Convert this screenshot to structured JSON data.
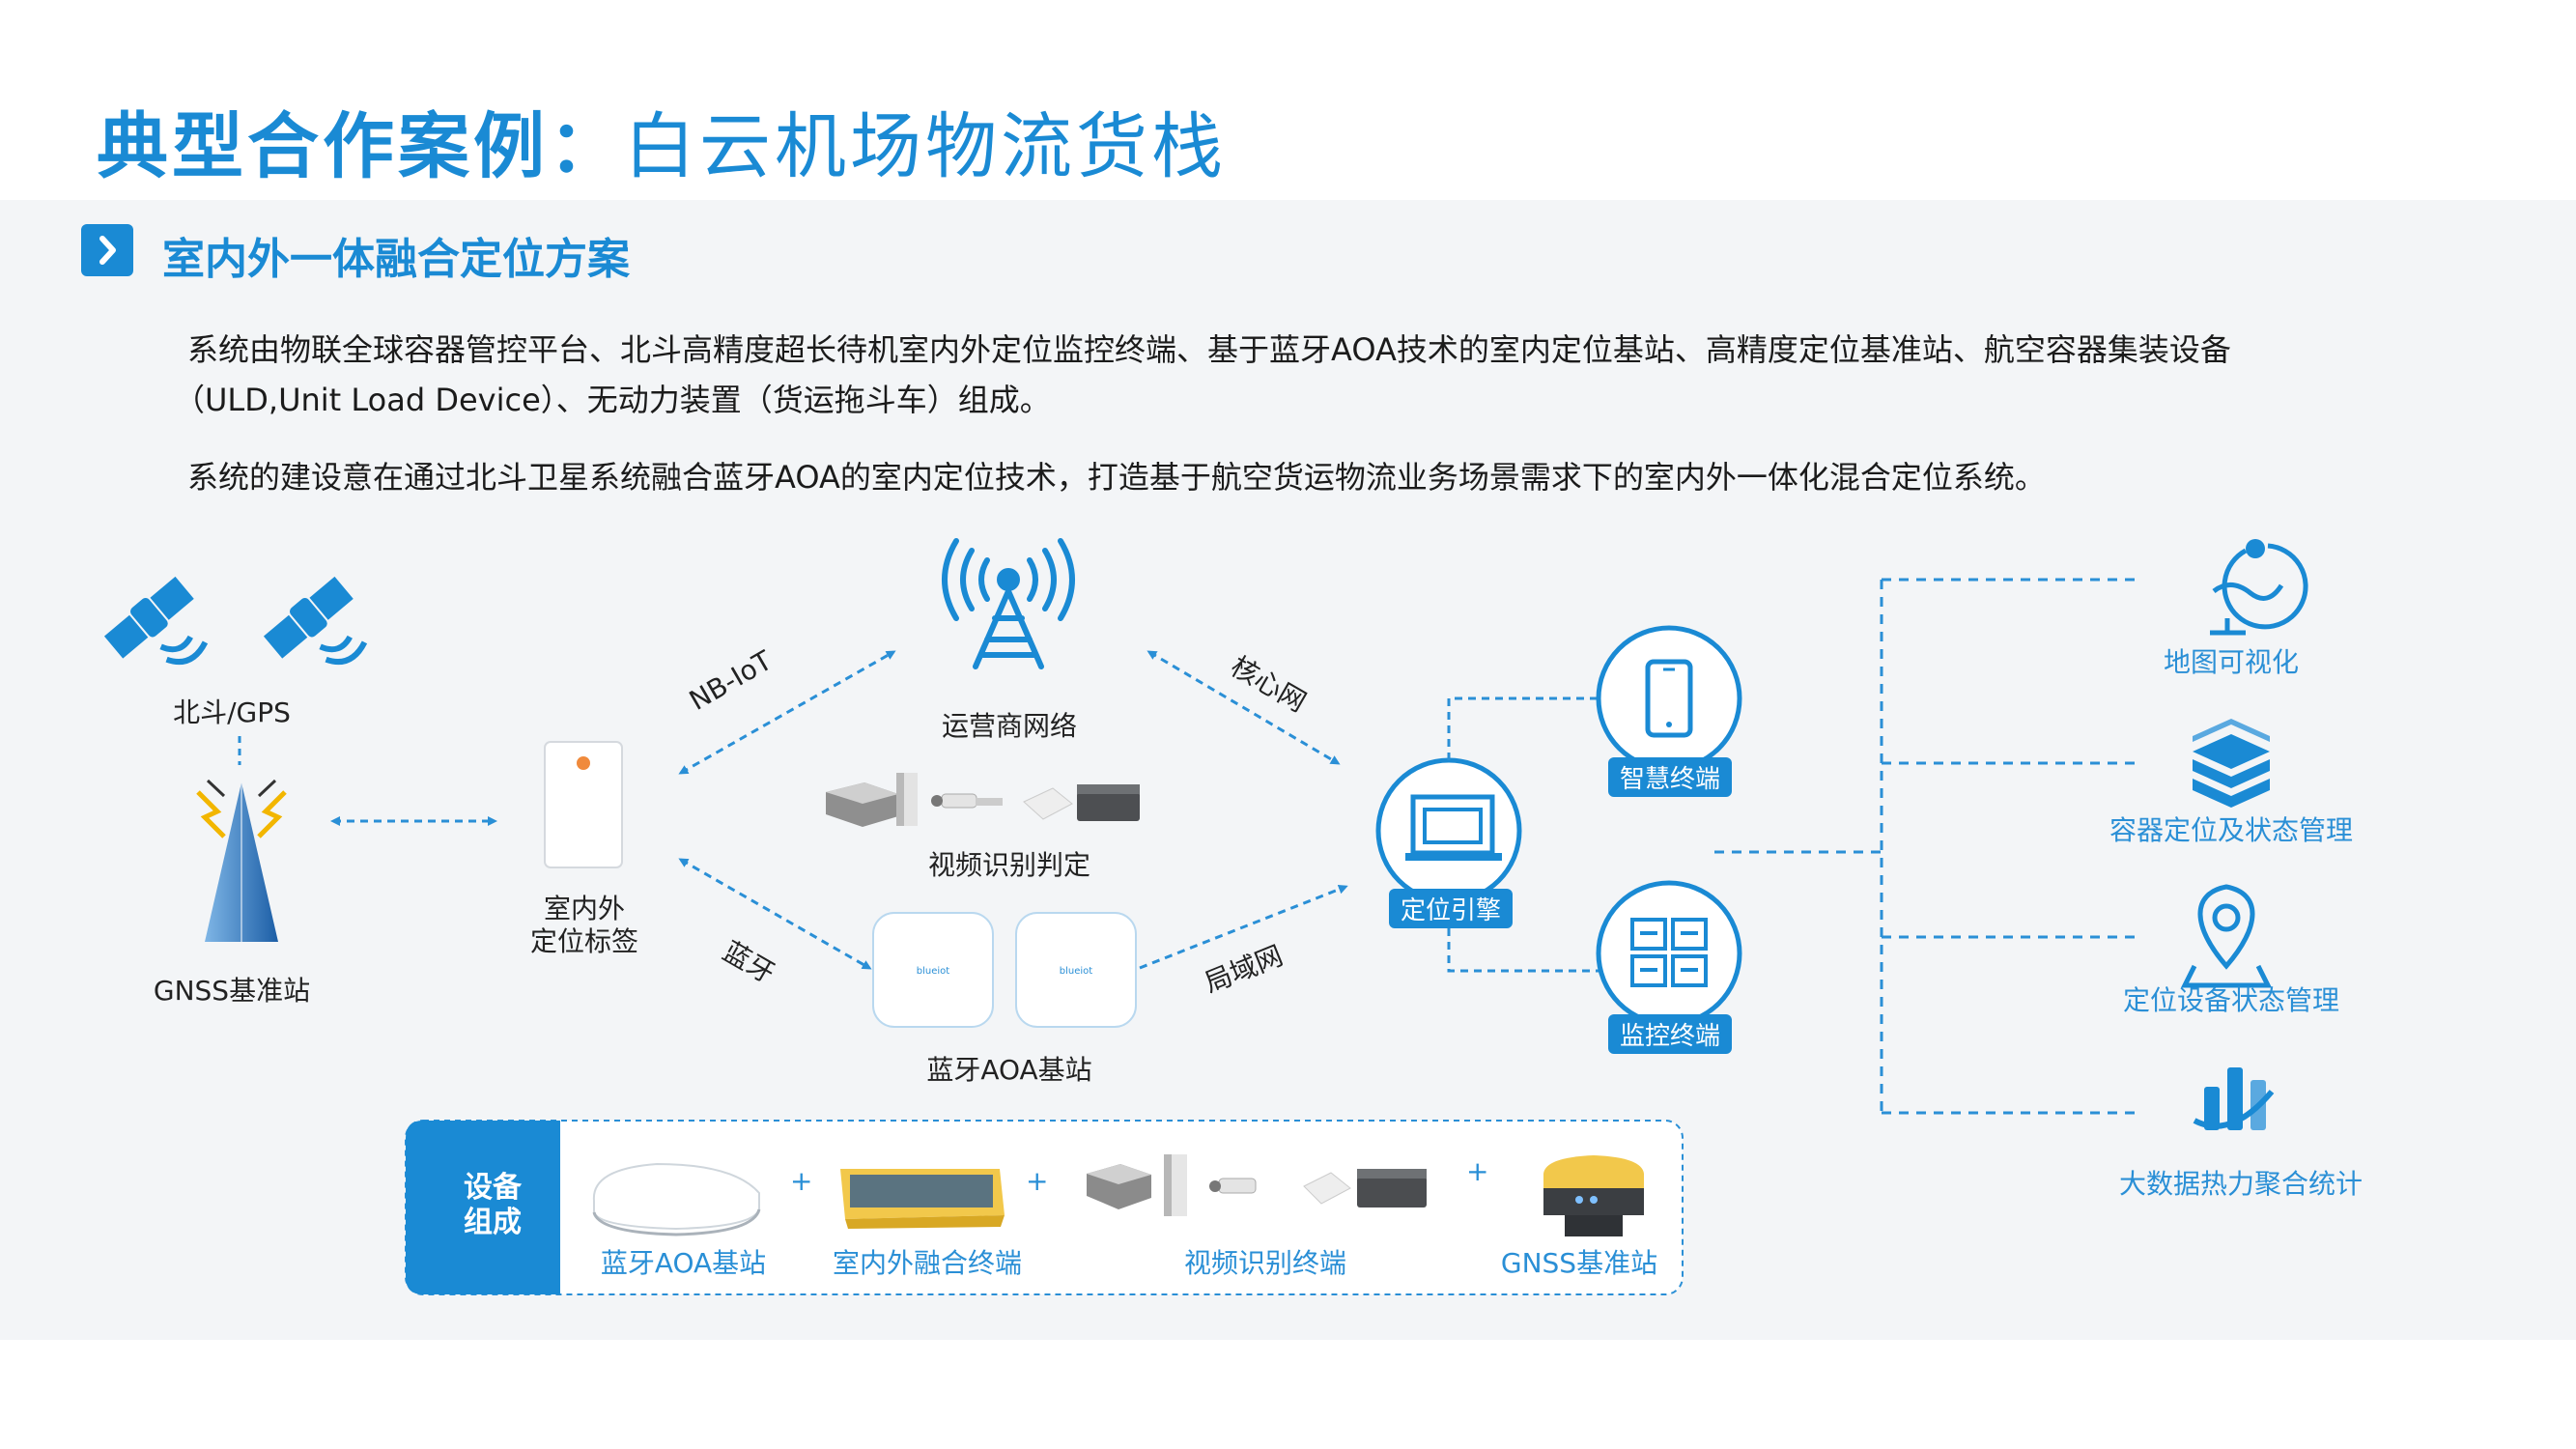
{
  "page": {
    "title_bold": "典型合作案例：",
    "title_light": "白云机场物流货栈",
    "section_title": "室内外一体融合定位方案",
    "para1_line1": "系统由物联全球容器管控平台、北斗高精度超长待机室内外定位监控终端、基于蓝牙AOA技术的室内定位基站、高精度定位基准站、航空容器集装设备",
    "para1_line2": "（ULD,Unit Load Device）、无动力装置（货运拖斗车）组成。",
    "para2": "系统的建设意在通过北斗卫星系统融合蓝牙AOA的室内定位技术，打造基于航空货运物流业务场景需求下的室内外一体化混合定位系统。"
  },
  "diagram": {
    "satellite_label": "北斗/GPS",
    "gnss_label": "GNSS基准站",
    "tag_label_line1": "室内外",
    "tag_label_line2": "定位标签",
    "carrier_label": "运营商网络",
    "video_label": "视频识别判定",
    "aoa_label": "蓝牙AOA基站",
    "aoa_device_text": "blueiot",
    "link_nbiot": "NB-IoT",
    "link_bluetooth": "蓝牙",
    "link_core": "核心网",
    "link_lan": "局域网",
    "engine_label": "定位引擎",
    "smart_terminal_label": "智慧终端",
    "monitor_terminal_label": "监控终端",
    "features": [
      "地图可视化",
      "容器定位及状态管理",
      "定位设备状态管理",
      "大数据热力聚合统计"
    ]
  },
  "equipment": {
    "header_line1": "设备",
    "header_line2": "组成",
    "items": [
      "蓝牙AOA基站",
      "室内外融合终端",
      "视频识别终端",
      "GNSS基准站"
    ],
    "plus": "+"
  },
  "colors": {
    "brand_blue": "#1a8ad4",
    "light_blue": "#2a8fd6",
    "panel_bg": "#f3f5f7"
  }
}
